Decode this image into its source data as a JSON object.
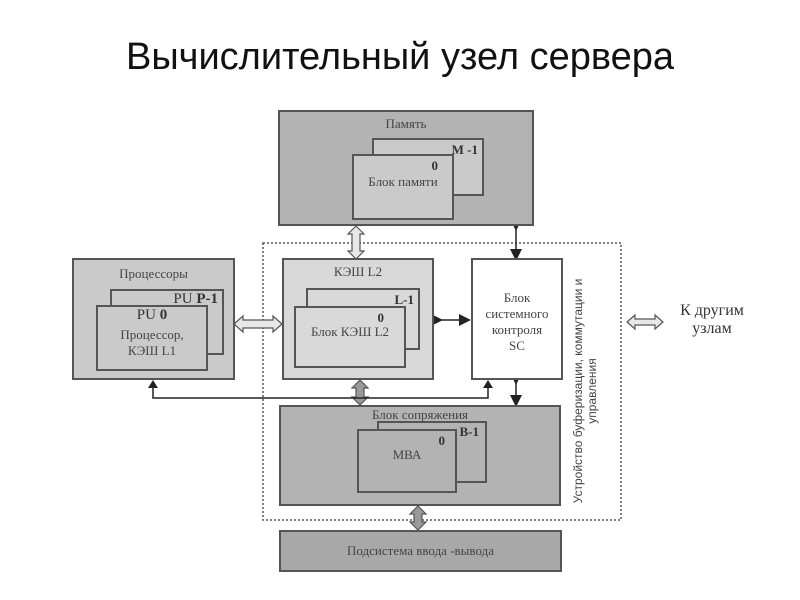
{
  "title": "Вычислительный узел сервера",
  "memory": {
    "label": "Память",
    "back_tag": "M -1",
    "front_tag": "0",
    "front_label": "Блок памяти"
  },
  "processors": {
    "label": "Процессоры",
    "back_tag_pu": "PU",
    "back_tag_idx": "P-1",
    "front_tag_pu": "PU",
    "front_tag_idx": "0",
    "front_label_1": "Процессор,",
    "front_label_2": "КЭШ L1"
  },
  "cache_l2": {
    "label": "КЭШ L2",
    "back_tag": "L-1",
    "front_tag": "0",
    "front_label": "Блок КЭШ L2"
  },
  "system_control": {
    "line1": "Блок",
    "line2": "системного",
    "line3": "контроля",
    "line4": "SC"
  },
  "interface": {
    "label": "Блок сопряжения",
    "back_tag": "B-1",
    "front_tag": "0",
    "front_label": "МВА"
  },
  "io_subsystem": {
    "label": "Подсистема ввода -вывода"
  },
  "switch_unit": {
    "line1": "Устройство буферизации, коммутации и",
    "line2": "управления"
  },
  "other_nodes": {
    "line1": "К другим",
    "line2": "узлам"
  }
}
